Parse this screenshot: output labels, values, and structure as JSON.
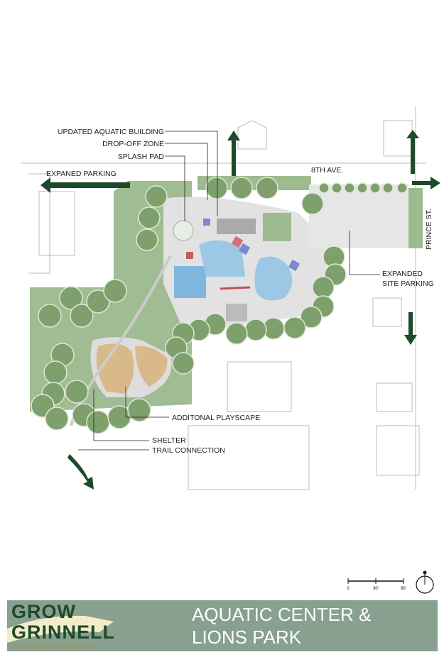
{
  "callouts": {
    "updated_aquatic_building": "UPDATED AQUATIC BUILDING",
    "drop_off_zone": "DROP-OFF ZONE",
    "splash_pad": "SPLASH PAD",
    "expanded_parking": "EXPANED PARKING",
    "expanded_site_parking_1": "EXPANDED",
    "expanded_site_parking_2": "SITE PARKING",
    "additional_playscape": "ADDITONAL PLAYSCAPE",
    "shelter": "SHELTER",
    "trail_connection": "TRAIL CONNECTION"
  },
  "streets": {
    "eighth_ave": "8TH AVE.",
    "prince_st": "PRINCE ST."
  },
  "scale": {
    "ticks": [
      "0",
      "30'",
      "60'"
    ]
  },
  "banner": {
    "logo_line1": "GROW",
    "logo_line2": "GRINNELL",
    "logo_tagline": "A Vision for Parks and Recreation",
    "title_line1": "AQUATIC CENTER &",
    "title_line2": "LIONS PARK"
  },
  "colors": {
    "arrow": "#1d4a2a",
    "banner": "#88a08f",
    "grass": "#8fb080",
    "water": "#9cc8e6"
  }
}
